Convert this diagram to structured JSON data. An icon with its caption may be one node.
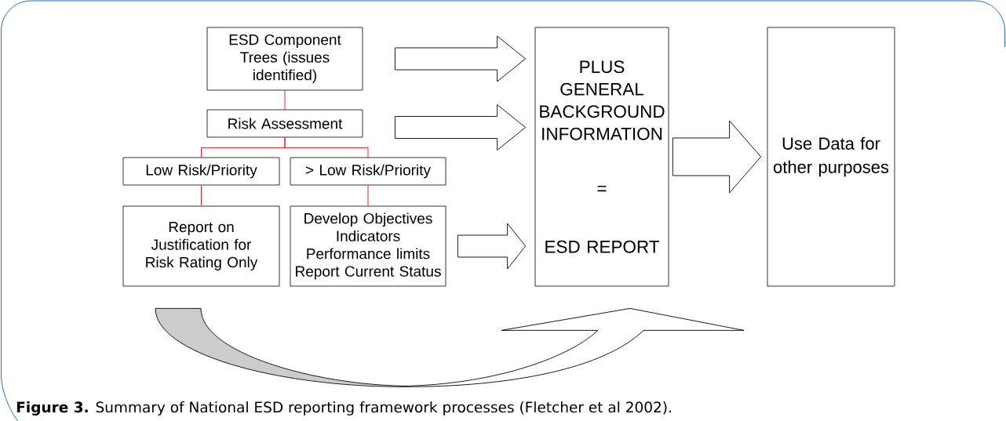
{
  "diagram": {
    "caption": "**Figure 3.** Summary of National ESD reporting framework processes (Fletcher et al 2002).",
    "nodes": [
      {
        "text": [
          "ESD Component Trees (issues identified)"
        ]
      },
      {
        "text": [
          "Risk Assessment"
        ]
      },
      {
        "text": [
          "Low Risk/Priority"
        ]
      },
      {
        "text": [
          "> Low Risk/Priority"
        ]
      },
      {
        "text": [
          "Report on Justification for Risk Rating Only"
        ]
      },
      {
        "text": [
          "Develop Objectives",
          "Indicators",
          "Performance limits",
          "Report Current Status"
        ]
      },
      {
        "text": [
          "PLUS GENERAL BACKGROUND INFORMATION",
          "=",
          "ESD REPORT"
        ]
      },
      {
        "text": [
          "Use Data for other purposes"
        ]
      }
    ],
    "edges": [
      {
        "from": 0,
        "to": 1,
        "arrow": "none",
        "color": "#ff0000"
      },
      {
        "from": 1,
        "to": 2,
        "arrow": "none",
        "color": "#ff0000"
      },
      {
        "from": 1,
        "to": 3,
        "arrow": "none",
        "color": "#ff0000"
      },
      {
        "from": 2,
        "to": 4,
        "arrow": "none",
        "color": "#ff0000"
      },
      {
        "from": 3,
        "to": 5,
        "arrow": "none",
        "color": "#ff0000"
      },
      {
        "from": 0,
        "to": 6,
        "arrow": "to"
      },
      {
        "from": 1,
        "to": 6,
        "arrow": "to"
      },
      {
        "from": 5,
        "to": 6,
        "arrow": "to"
      },
      {
        "from": 6,
        "to": 7,
        "arrow": "to"
      },
      {
        "from": 4,
        "to": 6,
        "arrow": "to"
      }
    ]
  }
}
